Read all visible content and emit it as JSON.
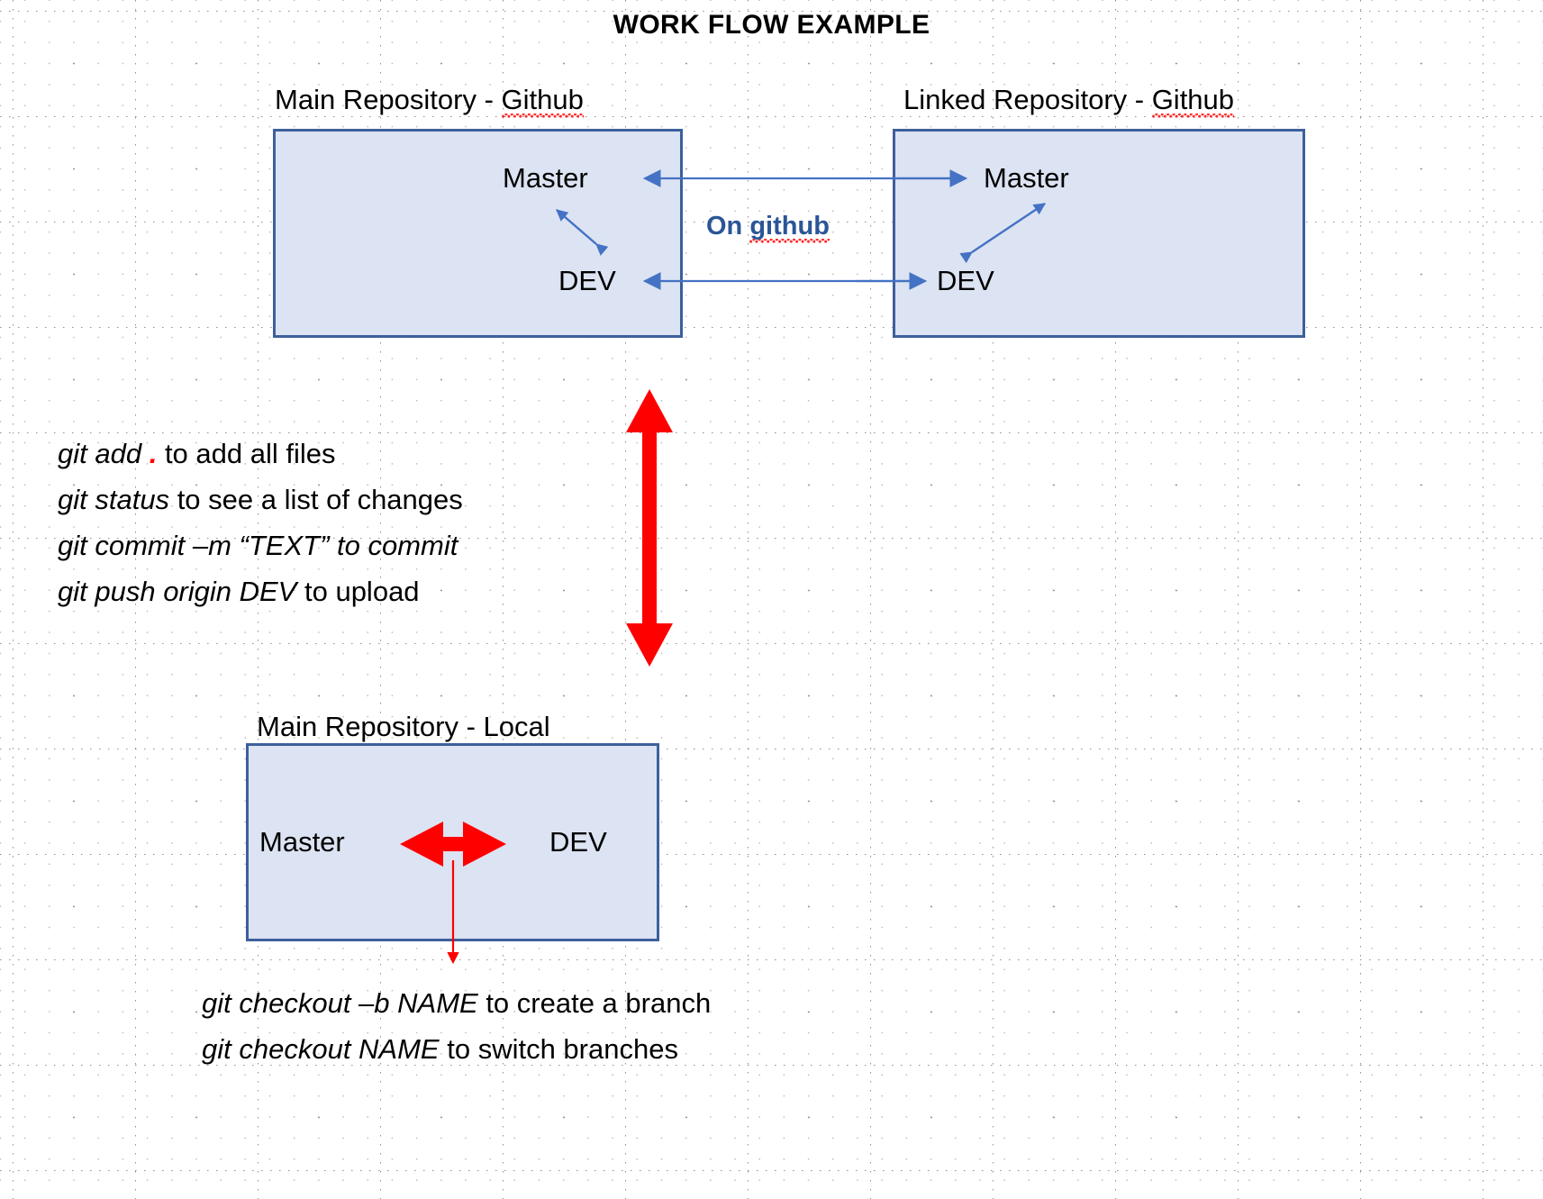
{
  "title": "WORK FLOW EXAMPLE",
  "colors": {
    "box_fill": "#dce3f2",
    "box_border": "#3d5f9c",
    "blue_arrow": "#4472c4",
    "dark_blue_text": "#2b5597",
    "red": "#ff0000",
    "spellcheck_underline": "#ff2b2b",
    "text": "#000000",
    "background": "#ffffff"
  },
  "repositories": {
    "main_github": {
      "caption_prefix": "Main Repository - ",
      "caption_misspelled": "Github",
      "branches": {
        "master": "Master",
        "dev": "DEV"
      }
    },
    "linked_github": {
      "caption_prefix": "Linked Repository - ",
      "caption_misspelled": "Github",
      "branches": {
        "master": "Master",
        "dev": "DEV"
      }
    },
    "main_local": {
      "caption": "Main Repository - Local",
      "branches": {
        "master": "Master",
        "dev": "DEV"
      }
    }
  },
  "annotations": {
    "on_github_prefix": "On ",
    "on_github_misspelled": "github"
  },
  "commands_upper": [
    {
      "cmd": "git add ",
      "dot": ".",
      "desc": " to add all files"
    },
    {
      "cmd": "git status ",
      "dot": "",
      "desc": " to see a list of changes"
    },
    {
      "cmd": "git commit –m “TEXT” to commit",
      "dot": "",
      "desc": ""
    },
    {
      "cmd": "git push origin DEV",
      "dot": "",
      "desc": " to upload"
    }
  ],
  "commands_lower": [
    {
      "cmd": "git checkout –b NAME",
      "desc": " to create a branch"
    },
    {
      "cmd": "git checkout NAME",
      "desc": " to switch branches"
    }
  ],
  "icons": {
    "sync_arrow_vertical": "red-double-arrow-vertical",
    "sync_arrow_horizontal": "red-double-arrow-horizontal",
    "branch_arrow": "red-down-arrow",
    "pull_arrow_master": "blue-left-arrow",
    "pull_arrow_dev": "blue-left-arrow",
    "merge_arrow_main": "blue-double-diagonal-arrow",
    "merge_arrow_linked": "blue-double-diagonal-arrow"
  }
}
